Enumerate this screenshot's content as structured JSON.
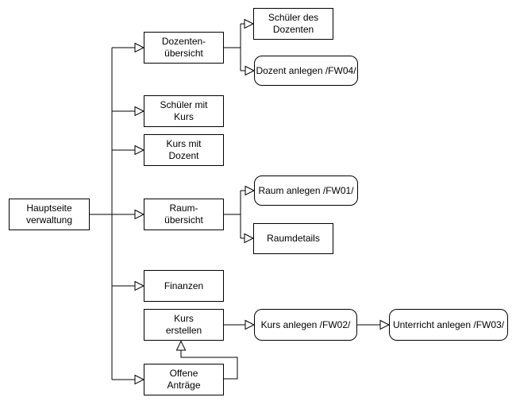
{
  "diagram": {
    "background_color": "#ffffff",
    "stroke_color": "#000000",
    "text_color": "#000000",
    "node_fill_color": "#ffffff",
    "arrow_style": "open-triangle",
    "nodes": {
      "hauptseite_verwaltung": {
        "lines": [
          "Hauptseite",
          "verwaltung"
        ],
        "shape": "rectangle"
      },
      "dozenten_uebersicht": {
        "lines": [
          "Dozenten-",
          "übersicht"
        ],
        "shape": "rectangle"
      },
      "schueler_des_dozenten": {
        "lines": [
          "Schüler des",
          "Dozenten"
        ],
        "shape": "rectangle"
      },
      "dozent_anlegen_fw04": {
        "lines": [
          "Dozent anlegen /FW04/"
        ],
        "shape": "rounded"
      },
      "schueler_mit_kurs": {
        "lines": [
          "Schüler mit",
          "Kurs"
        ],
        "shape": "rectangle"
      },
      "kurs_mit_dozent": {
        "lines": [
          "Kurs mit",
          "Dozent"
        ],
        "shape": "rectangle"
      },
      "raum_uebersicht": {
        "lines": [
          "Raum-",
          "übersicht"
        ],
        "shape": "rectangle"
      },
      "raum_anlegen_fw01": {
        "lines": [
          "Raum anlegen /FW01/"
        ],
        "shape": "rounded"
      },
      "raumdetails": {
        "lines": [
          "Raumdetails"
        ],
        "shape": "rectangle"
      },
      "finanzen": {
        "lines": [
          "Finanzen"
        ],
        "shape": "rectangle"
      },
      "kurs_erstellen": {
        "lines": [
          "Kurs",
          "erstellen"
        ],
        "shape": "rectangle"
      },
      "kurs_anlegen_fw02": {
        "lines": [
          "Kurs anlegen /FW02/"
        ],
        "shape": "rounded"
      },
      "unterricht_anlegen_fw03": {
        "lines": [
          "Unterricht anlegen /FW03/"
        ],
        "shape": "rounded"
      },
      "offene_antraege": {
        "lines": [
          "Offene",
          "Anträge"
        ],
        "shape": "rectangle"
      }
    },
    "edges": [
      {
        "from": "hauptseite_verwaltung",
        "to": "dozenten_uebersicht",
        "arrow": "open-triangle"
      },
      {
        "from": "hauptseite_verwaltung",
        "to": "schueler_mit_kurs",
        "arrow": "open-triangle"
      },
      {
        "from": "hauptseite_verwaltung",
        "to": "kurs_mit_dozent",
        "arrow": "open-triangle"
      },
      {
        "from": "hauptseite_verwaltung",
        "to": "raum_uebersicht",
        "arrow": "open-triangle"
      },
      {
        "from": "hauptseite_verwaltung",
        "to": "finanzen",
        "arrow": "open-triangle"
      },
      {
        "from": "hauptseite_verwaltung",
        "to": "offene_antraege",
        "arrow": "open-triangle"
      },
      {
        "from": "dozenten_uebersicht",
        "to": "schueler_des_dozenten",
        "arrow": "open-triangle"
      },
      {
        "from": "dozenten_uebersicht",
        "to": "dozent_anlegen_fw04",
        "arrow": "open-triangle"
      },
      {
        "from": "raum_uebersicht",
        "to": "raum_anlegen_fw01",
        "arrow": "open-triangle"
      },
      {
        "from": "raum_uebersicht",
        "to": "raumdetails",
        "arrow": "open-triangle"
      },
      {
        "from": "kurs_erstellen",
        "to": "kurs_anlegen_fw02",
        "arrow": "open-triangle"
      },
      {
        "from": "kurs_anlegen_fw02",
        "to": "unterricht_anlegen_fw03",
        "arrow": "open-triangle"
      },
      {
        "from": "offene_antraege",
        "to": "kurs_erstellen",
        "arrow": "open-triangle"
      }
    ]
  }
}
